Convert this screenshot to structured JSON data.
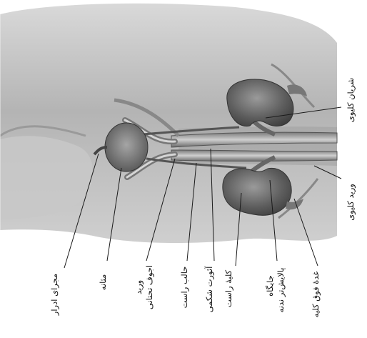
{
  "labels": {
    "renal_artery": "شریان کلیوی",
    "renal_vein": "ورید کلیوی",
    "urethra": "مجرای ادرار",
    "bladder": "مثانه",
    "common_iliac_vein_line1": "ورید",
    "common_iliac_vein_line2": "اجوف تحتانی",
    "right_ureter": "حالب راست",
    "abdominal_aorta": "آئورت شکمی",
    "right_kidney": "کلیهٔ راست",
    "renal_pelvis_line1": "جایگاه",
    "renal_pelvis_line2": "پالایش‌تر ندنه",
    "adrenal_gland": "غدهٔ فوق کلیه"
  },
  "colors": {
    "body_skin": "#b8b8b8",
    "kidney": "#6e6e6e",
    "vessel": "#8c8c8c",
    "leader_line": "#1a1a1a"
  }
}
